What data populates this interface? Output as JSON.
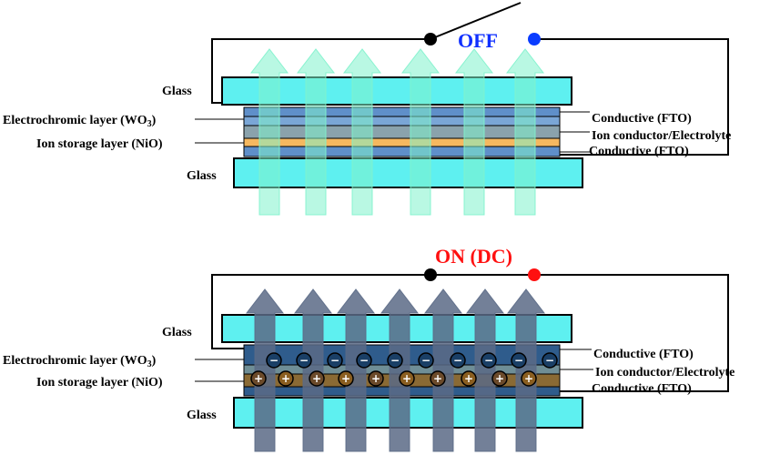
{
  "colors": {
    "glass": "#5ef0f0",
    "layer_blue": "#5f8fc9",
    "layer_grey": "#8aa2ac",
    "layer_orange": "#f5b860",
    "layer_dark_blue": "#2f5c8c",
    "layer_brown": "#8a6a34",
    "arrow_off": "#7ff2cc",
    "arrow_on": "#5b6a86",
    "switch_black": "#000000",
    "switch_off_blue": "#0a3cff",
    "switch_on_red": "#ff1010",
    "off_text": "#1030ff",
    "on_text": "#ff1010"
  },
  "off_panel": {
    "state_label": "OFF",
    "labels_left": {
      "glass_top": "Glass",
      "electrochromic": "Electrochromic layer (WO",
      "electrochromic_sub": "3",
      "electrochromic_close": ")",
      "ion_storage": "Ion storage layer (NiO)",
      "glass_bottom": "Glass"
    },
    "labels_right": {
      "conductive_top": "Conductive (FTO)",
      "ion_conductor": "Ion conductor/Electrolyte",
      "conductive_bottom": "Conductive (FTO)"
    }
  },
  "on_panel": {
    "state_label": "ON (DC)",
    "labels_left": {
      "glass_top": "Glass",
      "electrochromic": "Electrochromic layer (WO",
      "electrochromic_sub": "3",
      "electrochromic_close": ")",
      "ion_storage": "Ion storage layer (NiO)",
      "glass_bottom": "Glass"
    },
    "labels_right": {
      "conductive_top": "Conductive (FTO)",
      "ion_conductor": "Ion conductor/Electrolyte",
      "conductive_bottom": "Conductive (FTO)"
    },
    "negative_sign": "−",
    "positive_sign": "+"
  }
}
